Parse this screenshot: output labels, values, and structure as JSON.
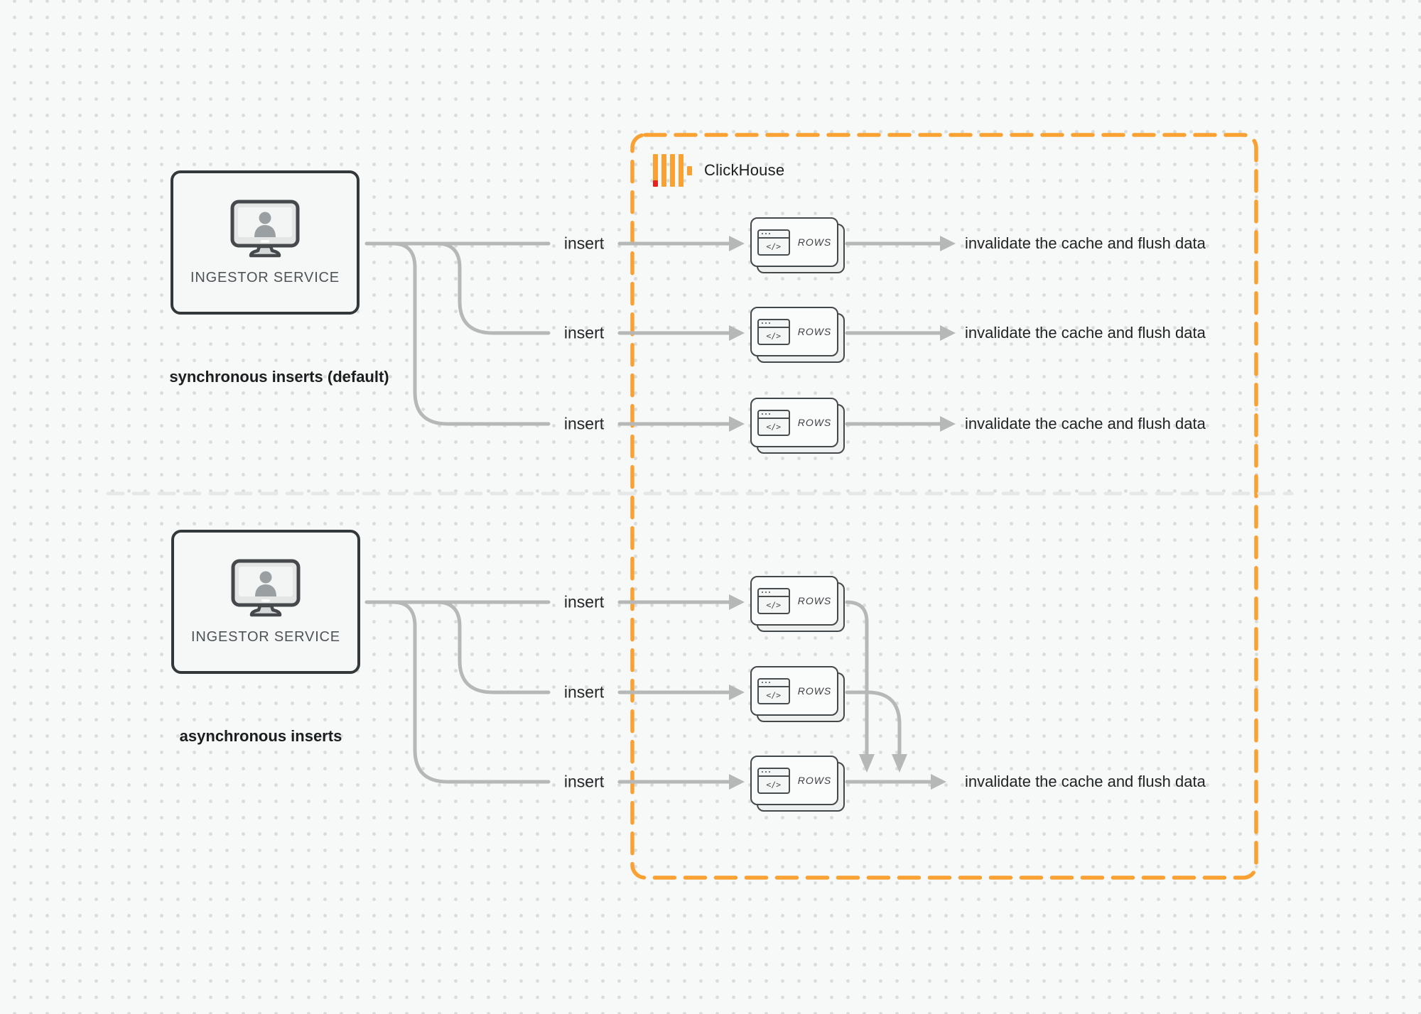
{
  "colors": {
    "accent_orange": "#F9A233",
    "logo_red": "#E3241F",
    "connector_gray": "#B6B8B8",
    "node_border_dark": "#33383B",
    "text_dark": "#1F2324"
  },
  "labels": {
    "ingestor": "INGESTOR SERVICE",
    "insert": "insert",
    "invalidate": "invalidate the cache and flush data",
    "rows": "ROWS",
    "code_glyph": "</>",
    "clickhouse": "ClickHouse"
  },
  "sections": {
    "sync_caption": "synchronous inserts (default)",
    "async_caption": "asynchronous inserts"
  }
}
